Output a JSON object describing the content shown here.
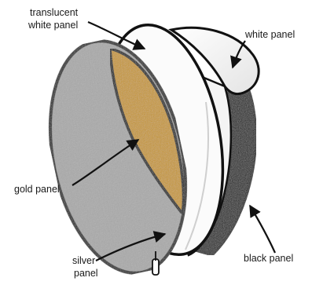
{
  "labels": {
    "translucent_line1": "translucent",
    "translucent_line2": "white panel",
    "white": "white panel",
    "gold": "gold panel",
    "silver_line1": "silver",
    "silver_line2": "panel",
    "black": "black panel"
  },
  "colors": {
    "gold": "#c8982f",
    "silver": "#a9a9a9",
    "black": "#1c1c1c",
    "white": "#ffffff",
    "outline": "#111111"
  }
}
